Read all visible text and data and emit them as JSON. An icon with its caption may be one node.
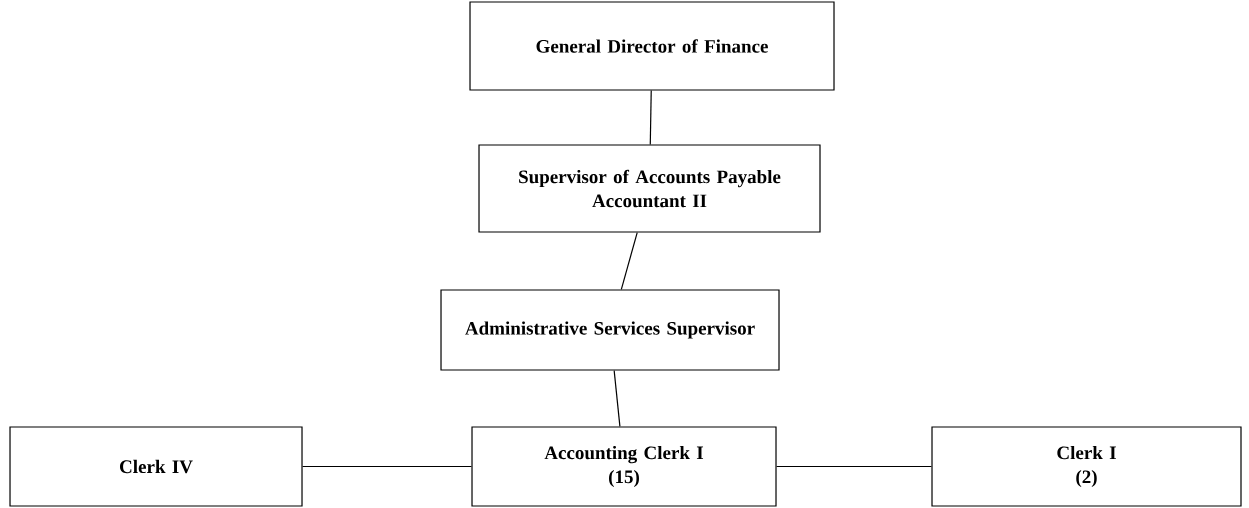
{
  "diagram": {
    "nodes": [
      {
        "text": [
          "General Director of Finance"
        ]
      },
      {
        "text": [
          "Supervisor of Accounts Payable",
          "Accountant II"
        ]
      },
      {
        "text": [
          "Administrative Services Supervisor"
        ]
      },
      {
        "text": [
          "Clerk IV"
        ]
      },
      {
        "text": [
          "Accounting Clerk I",
          "(15)"
        ]
      },
      {
        "text": [
          "Clerk I",
          "(2)"
        ]
      }
    ],
    "edges": [
      {
        "from": 0,
        "to": 1,
        "arrow": "none"
      },
      {
        "from": 1,
        "to": 2,
        "arrow": "none"
      },
      {
        "from": 2,
        "to": 4,
        "arrow": "none"
      },
      {
        "from": 3,
        "to": 4,
        "arrow": "none"
      },
      {
        "from": 4,
        "to": 5,
        "arrow": "none"
      }
    ]
  }
}
